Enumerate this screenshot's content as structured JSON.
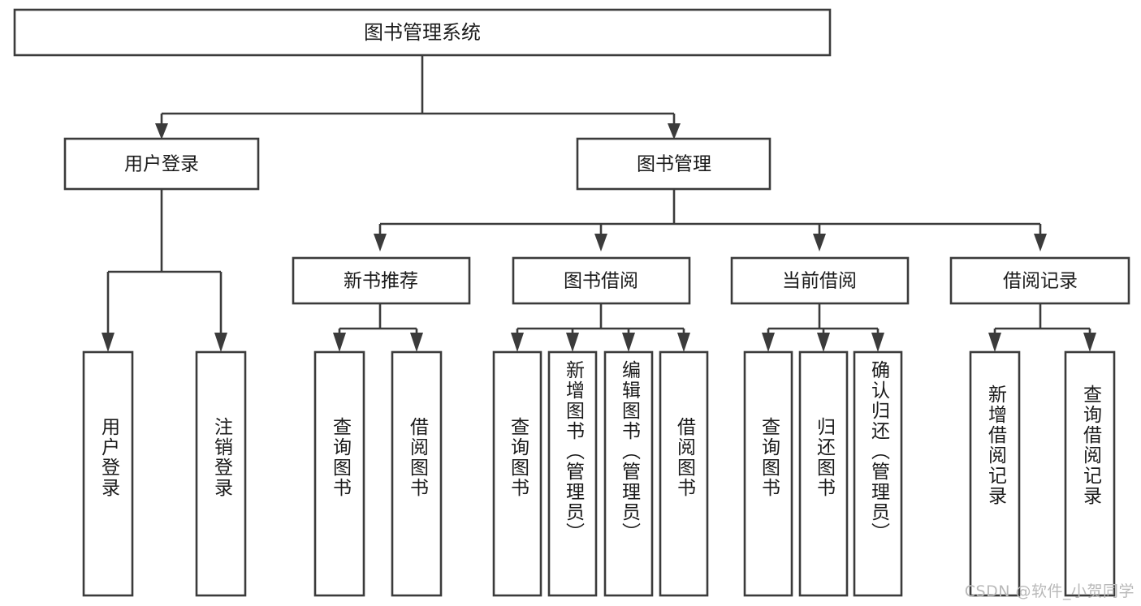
{
  "diagram": {
    "type": "tree",
    "title": "图书管理系统",
    "watermark": "CSDN @软件_小贺同学",
    "colors": {
      "stroke": "#3b3b3b",
      "box_fill": "#ffffff",
      "text": "#1a1a1a",
      "background": "#ffffff",
      "watermark": "#b9b9b9"
    },
    "root": {
      "label": "图书管理系统"
    },
    "level2": [
      {
        "label": "用户登录"
      },
      {
        "label": "图书管理"
      }
    ],
    "level3": [
      {
        "label": "新书推荐"
      },
      {
        "label": "图书借阅"
      },
      {
        "label": "当前借阅"
      },
      {
        "label": "借阅记录"
      }
    ],
    "leaves": {
      "user_login": [
        {
          "label": "用户登录"
        },
        {
          "label": "注销登录"
        }
      ],
      "new_book_recommend": [
        {
          "label": "查询图书"
        },
        {
          "label": "借阅图书"
        }
      ],
      "book_borrow": [
        {
          "label": "查询图书"
        },
        {
          "label": "新增图书（管理员）"
        },
        {
          "label": "编辑图书（管理员）"
        },
        {
          "label": "借阅图书"
        }
      ],
      "current_borrow": [
        {
          "label": "查询图书"
        },
        {
          "label": "归还图书"
        },
        {
          "label": "确认归还（管理员）"
        }
      ],
      "borrow_record": [
        {
          "label": "新增借阅记录"
        },
        {
          "label": "查询借阅记录"
        }
      ]
    }
  }
}
